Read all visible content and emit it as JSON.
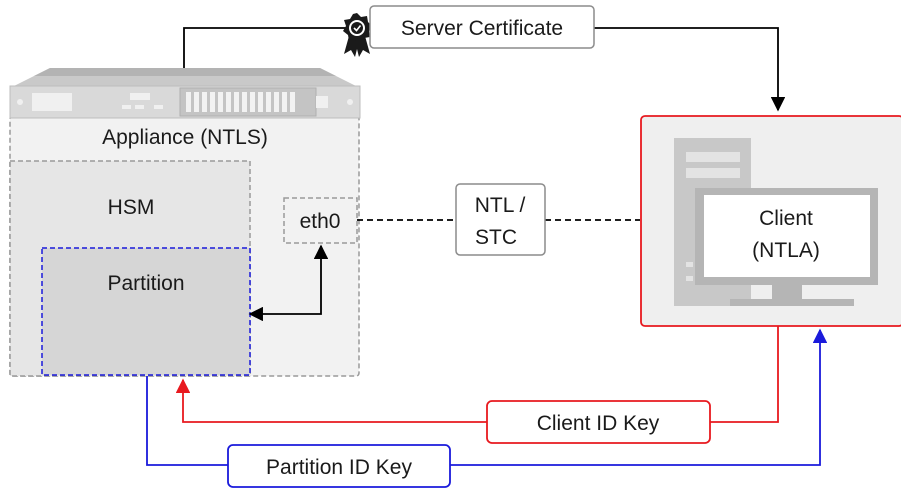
{
  "labels": {
    "server_certificate": "Server Certificate",
    "appliance": "Appliance (NTLS)",
    "hsm": "HSM",
    "partition": "Partition",
    "eth0": "eth0",
    "ntl_line1": "NTL /",
    "ntl_line2": "STC",
    "client_line1": "Client",
    "client_line2": "(NTLA)",
    "client_id_key": "Client ID Key",
    "partition_id_key": "Partition ID Key"
  },
  "colors": {
    "client_link": "#e8191f",
    "partition_link": "#1a1adb",
    "partition_border": "#1a1adb",
    "client_border": "#e8191f",
    "connector": "#000000",
    "appliance_fill": "#f2f2f2",
    "hsm_fill": "#e6e6e6",
    "partition_fill": "#d6d6d6"
  },
  "icons": {
    "certificate": "certificate-seal-icon",
    "appliance": "rack-server-icon",
    "client": "desktop-workstation-icon"
  }
}
